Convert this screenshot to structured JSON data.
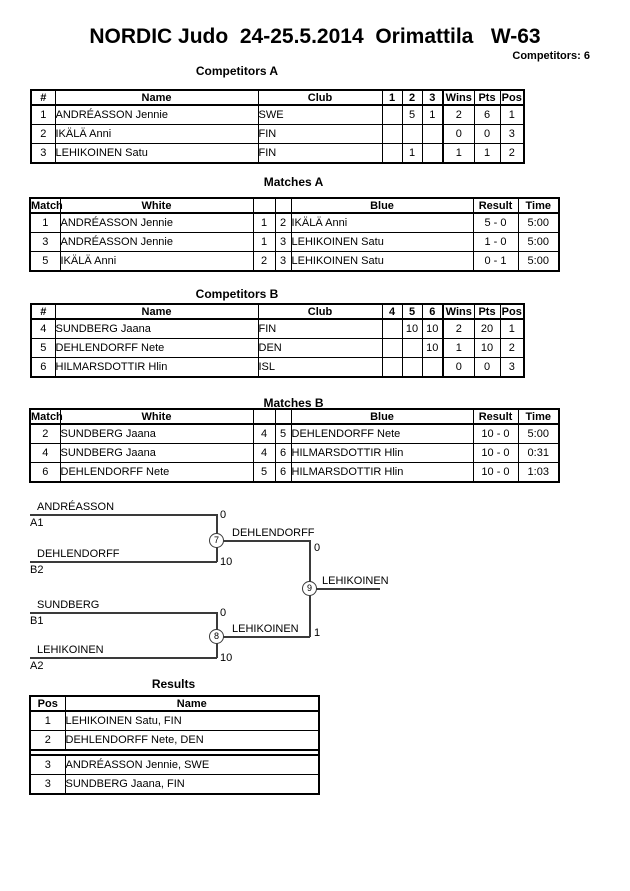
{
  "page": {
    "title": "NORDIC Judo  24-25.5.2014  Orimattila   W-63",
    "competitors_label": "Competitors: 6"
  },
  "competitorsA": {
    "title": "Competitors A",
    "headers": [
      "#",
      "Name",
      "Club",
      "1",
      "2",
      "3",
      "Wins",
      "Pts",
      "Pos"
    ],
    "rows": [
      {
        "num": "1",
        "name": "ANDRÉASSON Jennie",
        "club": "SWE",
        "r1": "",
        "r2": "5",
        "r3": "1",
        "wins": "2",
        "pts": "6",
        "pos": "1"
      },
      {
        "num": "2",
        "name": "IKÄLÄ Anni",
        "club": "FIN",
        "r1": "",
        "r2": "",
        "r3": "",
        "wins": "0",
        "pts": "0",
        "pos": "3"
      },
      {
        "num": "3",
        "name": "LEHIKOINEN Satu",
        "club": "FIN",
        "r1": "",
        "r2": "1",
        "r3": "",
        "wins": "1",
        "pts": "1",
        "pos": "2"
      }
    ]
  },
  "matchesA": {
    "title": "Matches A",
    "headers": [
      "Match",
      "White",
      "",
      "",
      "Blue",
      "Result",
      "Time"
    ],
    "rows": [
      {
        "match": "1",
        "white": "ANDRÉASSON Jennie",
        "wnum": "1",
        "bnum": "2",
        "blue": "IKÄLÄ Anni",
        "result": "5 - 0",
        "time": "5:00"
      },
      {
        "match": "3",
        "white": "ANDRÉASSON Jennie",
        "wnum": "1",
        "bnum": "3",
        "blue": "LEHIKOINEN Satu",
        "result": "1 - 0",
        "time": "5:00"
      },
      {
        "match": "5",
        "white": "IKÄLÄ Anni",
        "wnum": "2",
        "bnum": "3",
        "blue": "LEHIKOINEN Satu",
        "result": "0 - 1",
        "time": "5:00"
      }
    ]
  },
  "competitorsB": {
    "title": "Competitors B",
    "headers": [
      "#",
      "Name",
      "Club",
      "4",
      "5",
      "6",
      "Wins",
      "Pts",
      "Pos"
    ],
    "rows": [
      {
        "num": "4",
        "name": "SUNDBERG Jaana",
        "club": "FIN",
        "r1": "",
        "r2": "10",
        "r3": "10",
        "wins": "2",
        "pts": "20",
        "pos": "1"
      },
      {
        "num": "5",
        "name": "DEHLENDORFF Nete",
        "club": "DEN",
        "r1": "",
        "r2": "",
        "r3": "10",
        "wins": "1",
        "pts": "10",
        "pos": "2"
      },
      {
        "num": "6",
        "name": "HILMARSDOTTIR Hlin",
        "club": "ISL",
        "r1": "",
        "r2": "",
        "r3": "",
        "wins": "0",
        "pts": "0",
        "pos": "3"
      }
    ]
  },
  "matchesB": {
    "title": "Matches B",
    "headers": [
      "Match",
      "White",
      "",
      "",
      "Blue",
      "Result",
      "Time"
    ],
    "rows": [
      {
        "match": "2",
        "white": "SUNDBERG Jaana",
        "wnum": "4",
        "bnum": "5",
        "blue": "DEHLENDORFF Nete",
        "result": "10 - 0",
        "time": "5:00"
      },
      {
        "match": "4",
        "white": "SUNDBERG Jaana",
        "wnum": "4",
        "bnum": "6",
        "blue": "HILMARSDOTTIR Hlin",
        "result": "10 - 0",
        "time": "0:31"
      },
      {
        "match": "6",
        "white": "DEHLENDORFF Nete",
        "wnum": "5",
        "bnum": "6",
        "blue": "HILMARSDOTTIR Hlin",
        "result": "10 - 0",
        "time": "1:03"
      }
    ]
  },
  "bracket": {
    "semi1": {
      "match_no": "7",
      "p1": "ANDRÉASSON",
      "seed1": "A1",
      "score1": "0",
      "p2": "DEHLENDORFF",
      "seed2": "B2",
      "score2": "10",
      "winner": "DEHLENDORFF"
    },
    "semi2": {
      "match_no": "8",
      "p1": "SUNDBERG",
      "seed1": "B1",
      "score1": "0",
      "p2": "LEHIKOINEN",
      "seed2": "A2",
      "score2": "10",
      "winner": "LEHIKOINEN"
    },
    "final": {
      "match_no": "9",
      "score1": "0",
      "score2": "1",
      "winner": "LEHIKOINEN"
    }
  },
  "results": {
    "title": "Results",
    "headers": [
      "Pos",
      "Name"
    ],
    "rows": [
      {
        "pos": "1",
        "name": "LEHIKOINEN Satu, FIN"
      },
      {
        "pos": "2",
        "name": "DEHLENDORFF Nete, DEN"
      },
      {
        "pos": "3",
        "name": "ANDRÉASSON Jennie, SWE"
      },
      {
        "pos": "3",
        "name": "SUNDBERG Jaana, FIN"
      }
    ]
  }
}
